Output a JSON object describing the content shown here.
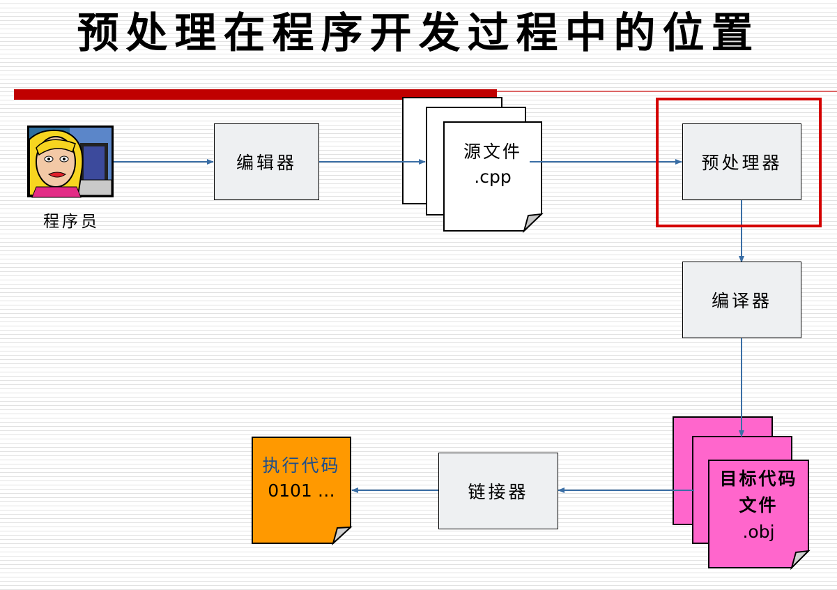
{
  "title": "预处理在程序开发过程中的位置",
  "programmer": {
    "label": "程序员",
    "image": "cartoon-woman-at-computer"
  },
  "editor": {
    "label": "编辑器"
  },
  "source_file": {
    "line1": "源文件",
    "line2": ".cpp"
  },
  "preprocessor": {
    "label": "预处理器"
  },
  "compiler": {
    "label": "编译器"
  },
  "object_file": {
    "line1": "目标代码",
    "line2": "文件",
    "line3": ".obj"
  },
  "linker": {
    "label": "链接器"
  },
  "executable": {
    "line1": "执行代码",
    "line2": "0101 …"
  },
  "colors": {
    "title_bar": "#c00000",
    "highlight_border": "#d40000",
    "arrow": "#3a6ea5",
    "object_file_fill": "#ff66cc",
    "executable_fill": "#ff9900",
    "process_fill": "#eef0f2"
  }
}
